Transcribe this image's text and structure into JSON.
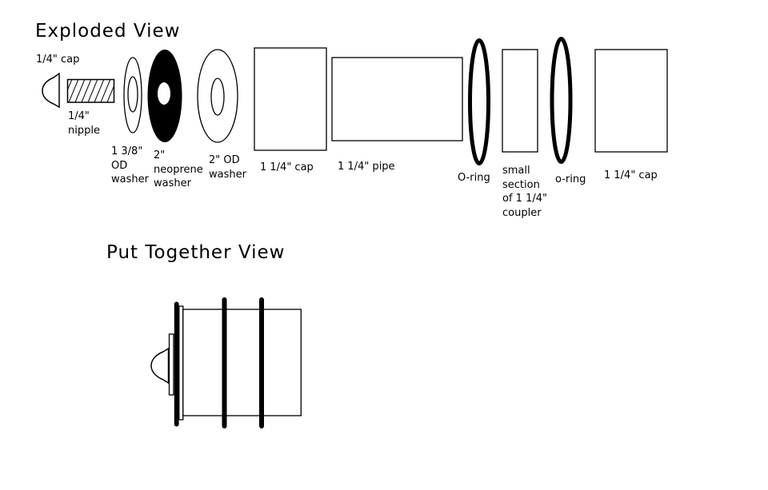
{
  "colors": {
    "ink": "#000000",
    "background": "#ffffff"
  },
  "exploded": {
    "title": "Exploded View",
    "labels": {
      "cap14": "1/4\" cap",
      "nipple": [
        "1/4\"",
        "nipple"
      ],
      "washer138": [
        "1 3/8\"",
        "OD",
        "washer"
      ],
      "neoprene": [
        "2\"",
        "neoprene",
        "washer"
      ],
      "washer2od": [
        "2\" OD",
        "washer"
      ],
      "cap114_left": "1 1/4\" cap",
      "pipe114": "1 1/4\" pipe",
      "oring_left": "O-ring",
      "coupler": [
        "small",
        "section",
        "of 1 1/4\"",
        "coupler"
      ],
      "oring_right": "o-ring",
      "cap114_right": "1 1/4\" cap"
    },
    "parts": [
      "1/4\" cap",
      "1/4\" nipple",
      "1 3/8\" OD washer",
      "2\" neoprene washer",
      "2\" OD washer",
      "1 1/4\" cap",
      "1 1/4\" pipe",
      "O-ring",
      "small section of 1 1/4\" coupler",
      "o-ring",
      "1 1/4\" cap"
    ]
  },
  "assembled": {
    "title": "Put Together View"
  }
}
